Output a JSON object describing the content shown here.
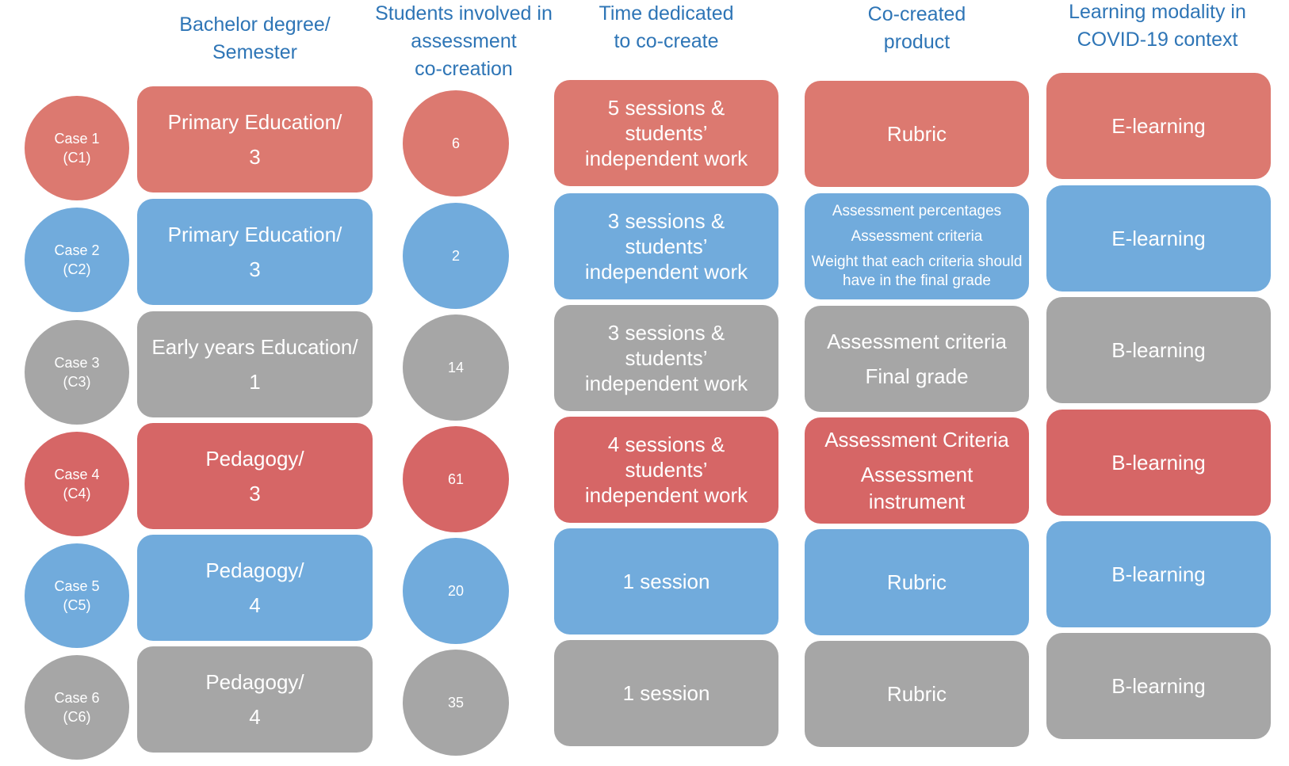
{
  "colors": {
    "header_blue": "#2e75b6",
    "red": "#dc7970",
    "red_dark": "#d66666",
    "blue": "#71abdc",
    "gray": "#a6a6a6"
  },
  "headers": {
    "degree": "Bachelor degree/\nSemester",
    "students": "Students involved in\nassessment\nco-creation",
    "time": "Time dedicated\nto co-create",
    "product": "Co-created\nproduct",
    "modality": "Learning modality in\nCOVID-19 context"
  },
  "rows": [
    {
      "case": "Case 1\n(C1)",
      "color": "red",
      "degree_l1": "Primary Education/",
      "degree_l2": "3",
      "students": "6",
      "time": "5 sessions &\nstudents’\nindependent work",
      "product": [
        "Rubric"
      ],
      "modality": "E-learning"
    },
    {
      "case": "Case 2\n(C2)",
      "color": "blue",
      "degree_l1": "Primary Education/",
      "degree_l2": "3",
      "students": "2",
      "time": "3 sessions &\nstudents’\nindependent work",
      "product": [
        "Assessment percentages",
        "Assessment criteria",
        "Weight that each criteria should have in the final grade"
      ],
      "modality": "E-learning"
    },
    {
      "case": "Case 3\n(C3)",
      "color": "gray",
      "degree_l1": "Early years Education/",
      "degree_l2": "1",
      "students": "14",
      "time": "3 sessions &\nstudents’\nindependent work",
      "product": [
        "Assessment criteria",
        "Final grade"
      ],
      "modality": "B-learning"
    },
    {
      "case": "Case 4\n(C4)",
      "color": "red2",
      "degree_l1": "Pedagogy/",
      "degree_l2": "3",
      "students": "61",
      "time": "4 sessions &\nstudents’\nindependent work",
      "product": [
        "Assessment Criteria",
        "Assessment instrument"
      ],
      "modality": "B-learning"
    },
    {
      "case": "Case 5\n(C5)",
      "color": "blue",
      "degree_l1": "Pedagogy/",
      "degree_l2": "4",
      "students": "20",
      "time": "1 session",
      "product": [
        "Rubric"
      ],
      "modality": "B-learning"
    },
    {
      "case": "Case 6\n(C6)",
      "color": "gray",
      "degree_l1": "Pedagogy/",
      "degree_l2": "4",
      "students": "35",
      "time": "1 session",
      "product": [
        "Rubric"
      ],
      "modality": "B-learning"
    }
  ]
}
